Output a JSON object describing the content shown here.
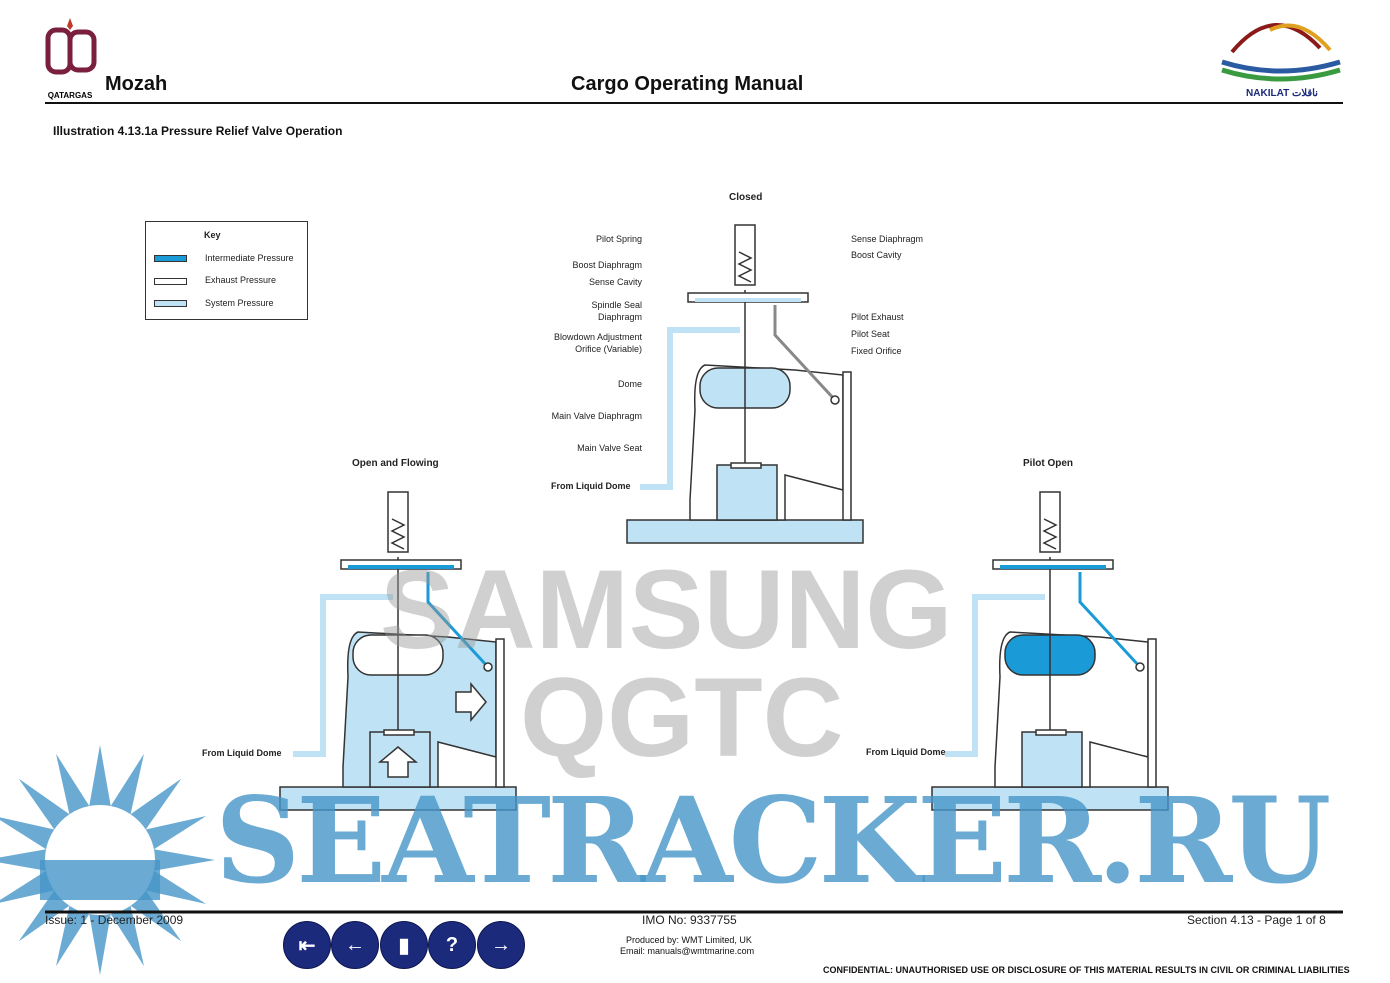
{
  "header": {
    "company_logo_text": "QATARGAS",
    "ship_name": "Mozah",
    "title": "Cargo Operating Manual",
    "right_logo_text": "NAKILAT ناقلات"
  },
  "illustration_title": "Illustration 4.13.1a Pressure Relief Valve Operation",
  "key": {
    "title": "Key",
    "items": [
      {
        "label": "Intermediate Pressure",
        "color": "#1a9ad6"
      },
      {
        "label": "Exhaust Pressure",
        "color": "#ffffff"
      },
      {
        "label": "System Pressure",
        "color": "#bfe3f5"
      }
    ]
  },
  "diagrams": {
    "closed": {
      "title": "Closed",
      "labels_left": [
        "Pilot Spring",
        "Boost Diaphragm",
        "Sense Cavity",
        "Spindle Seal",
        "Diaphragm",
        "Blowdown Adjustment",
        "Orifice (Variable)",
        "Dome",
        "Main Valve Diaphragm",
        "Main Valve Seat"
      ],
      "labels_right": [
        "Sense Diaphragm",
        "Boost Cavity",
        "Pilot Exhaust",
        "Pilot Seat",
        "Fixed Orifice"
      ],
      "inlet": "From Liquid Dome"
    },
    "open_flowing": {
      "title": "Open and Flowing",
      "inlet": "From Liquid Dome"
    },
    "pilot_open": {
      "title": "Pilot Open",
      "inlet": "From Liquid Dome"
    }
  },
  "watermarks": {
    "line1": "SAMSUNG",
    "line2": "QGTC",
    "site": "SEATRACKER.RU"
  },
  "footer": {
    "issue": "Issue: 1  -  December 2009",
    "imo": "IMO No: 9337755",
    "section": "Section 4.13 - Page 1 of 8",
    "produced": "Produced by: WMT Limited, UK",
    "email": "Email: manuals@wmtmarine.com",
    "confidential": "CONFIDENTIAL: UNAUTHORISED USE OR DISCLOSURE OF THIS MATERIAL RESULTS IN CIVIL OR CRIMINAL LIABILITIES"
  },
  "nav": {
    "first": "⇤",
    "back": "←",
    "bookmark": "▮",
    "help": "?",
    "next": "→"
  }
}
